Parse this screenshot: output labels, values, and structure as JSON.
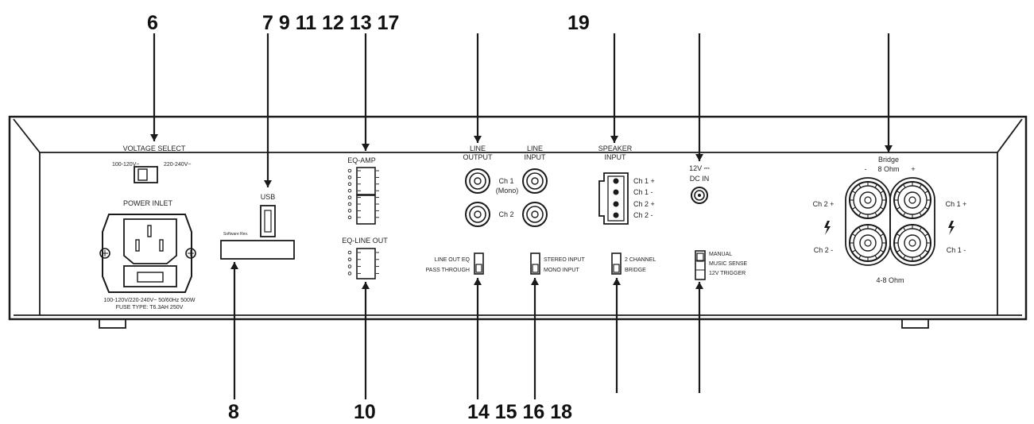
{
  "callouts": {
    "c6": "6",
    "c7_17": "7 9 11 12 13 17",
    "c19": "19",
    "c8": "8",
    "c10": "10",
    "c14_18": "14 15 16 18"
  },
  "panel": {
    "voltage_select": "VOLTAGE SELECT",
    "v_low": "100-120V~",
    "v_high": "220-240V~",
    "power_inlet": "POWER INLET",
    "power_rating": "100-120V/220-240V~ 50/60Hz 500W",
    "fuse_type": "FUSE TYPE: T6.3AH 250V",
    "usb": "USB",
    "software_rev": "Software Rev.",
    "eq_amp": "EQ-AMP",
    "eq_line_out": "EQ-LINE OUT",
    "line_output_1": "LINE",
    "line_output_2": "OUTPUT",
    "line_input_1": "LINE",
    "line_input_2": "INPUT",
    "ch1": "Ch 1",
    "mono": "(Mono)",
    "ch2": "Ch 2",
    "speaker_input_1": "SPEAKER",
    "speaker_input_2": "INPUT",
    "spk_ch1_plus": "Ch 1 +",
    "spk_ch1_minus": "Ch 1 -",
    "spk_ch2_plus": "Ch 2 +",
    "spk_ch2_minus": "Ch 2 -",
    "dc_12v": "12V ⎓",
    "dc_in": "DC IN",
    "bridge": "Bridge",
    "bridge_minus": "-",
    "bridge_ohm": "8 Ohm",
    "bridge_plus": "+",
    "out_ch2_plus": "Ch 2 +",
    "out_ch2_minus": "Ch 2 -",
    "out_ch1_plus": "Ch 1 +",
    "out_ch1_minus": "Ch 1 -",
    "ohm_range": "4-8 Ohm",
    "line_out_eq": "LINE OUT EQ",
    "pass_through": "PASS THROUGH",
    "stereo_input": "STEREO INPUT",
    "mono_input": "MONO INPUT",
    "two_channel": "2 CHANNEL",
    "bridge_mode": "BRIDGE",
    "manual": "MANUAL",
    "music_sense": "MUSIC SENSE",
    "trigger_12v": "12V TRIGGER"
  }
}
